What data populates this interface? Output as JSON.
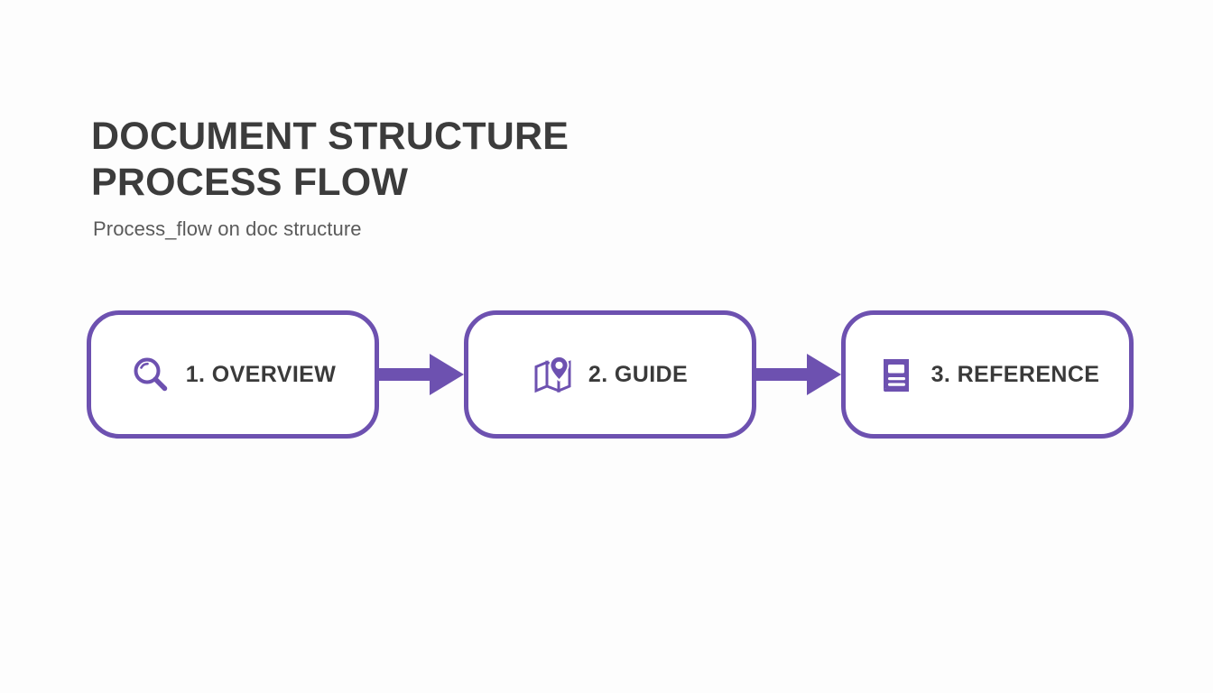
{
  "header": {
    "title": "DOCUMENT STRUCTURE\nPROCESS FLOW",
    "subtitle": "Process_flow on doc structure"
  },
  "theme": {
    "accent": "#6d51b0",
    "background": "#fdfdfd",
    "node_fill": "#ffffff",
    "title_color": "#3c3c3c",
    "subtitle_color": "#5a5a5a",
    "label_color": "#3a3a3a"
  },
  "flow": {
    "type": "process-flow",
    "direction": "left-to-right",
    "connector": "block-arrow",
    "steps": [
      {
        "number": "1",
        "label": "1. OVERVIEW",
        "icon": "magnifier-icon"
      },
      {
        "number": "2",
        "label": "2. GUIDE",
        "icon": "map-pin-icon"
      },
      {
        "number": "3",
        "label": "3. REFERENCE",
        "icon": "book-icon"
      }
    ]
  }
}
